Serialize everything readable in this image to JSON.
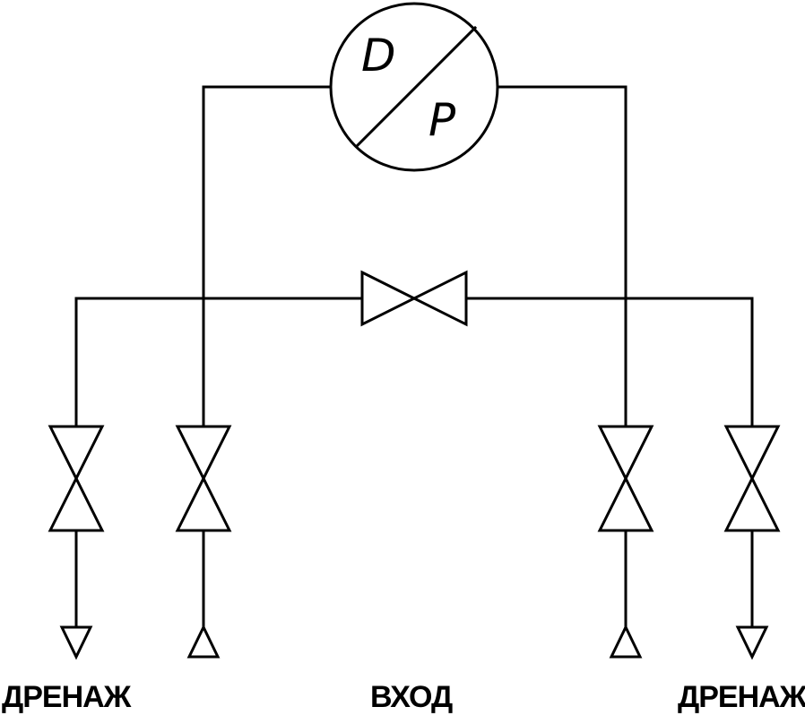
{
  "gauge": {
    "letter_top": "D",
    "letter_bottom": "P"
  },
  "labels": {
    "drain_left": "ДРЕНАЖ",
    "inlet": "ВХОД",
    "drain_right": "ДРЕНАЖ"
  },
  "colors": {
    "stroke": "#000000",
    "background": "#ffffff"
  }
}
